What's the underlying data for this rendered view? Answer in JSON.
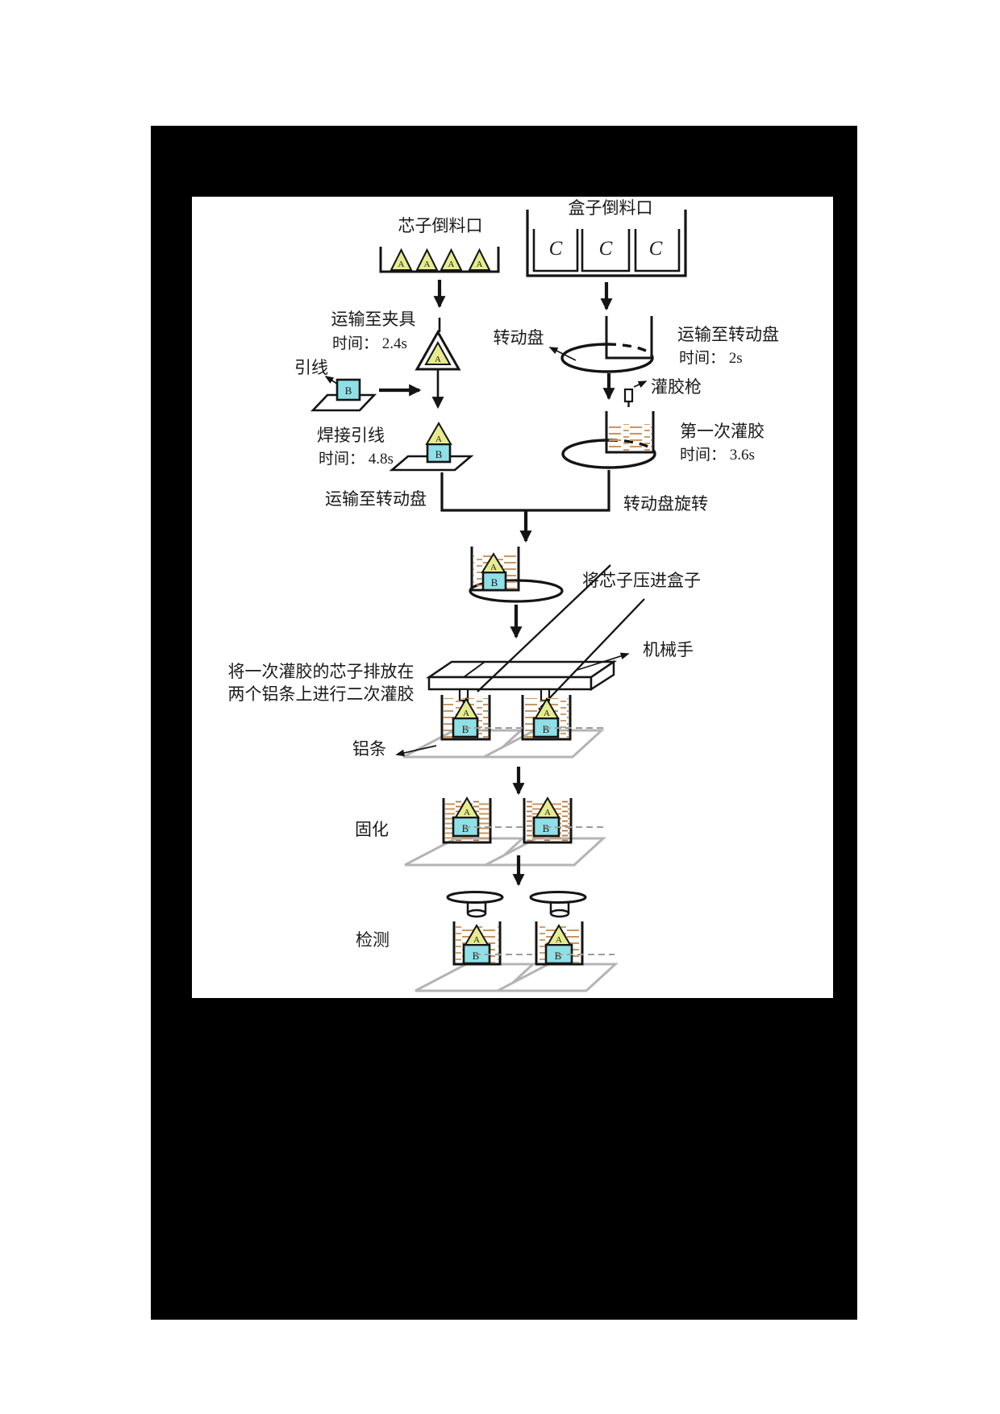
{
  "labels": {
    "core_feeder_title": "芯子倒料口",
    "box_feeder_title": "盒子倒料口",
    "transport_fixture": "运输至夹具",
    "transport_fixture_time": "时间： 2.4s",
    "lead_wire": "引线",
    "weld_lead": "焊接引线",
    "weld_lead_time": "时间： 4.8s",
    "rotating_disc": "转动盘",
    "transport_disc": "运输至转动盘",
    "transport_disc_time": "时间： 2s",
    "glue_gun": "灌胶枪",
    "first_glue": "第一次灌胶",
    "first_glue_time": "时间： 3.6s",
    "transport_disc2": "运输至转动盘",
    "disc_rotate": "转动盘旋转",
    "press_core": "将芯子压进盒子",
    "robot_hand": "机械手",
    "second_glue_line1": "将一次灌胶的芯子排放在",
    "second_glue_line2": "两个铝条上进行二次灌胶",
    "aluminum_strip": "铝条",
    "curing": "固化",
    "inspection": "检测"
  },
  "markers": {
    "core": "A",
    "box": "B",
    "shell": "C"
  },
  "colors": {
    "core_fill": "#e6ec8d",
    "box_fill": "#8fe0e6",
    "glue": "#c9965f",
    "plate_gray": "#b4b4b4",
    "poster_bg": "#000000",
    "canvas_bg": "#ffffff"
  }
}
